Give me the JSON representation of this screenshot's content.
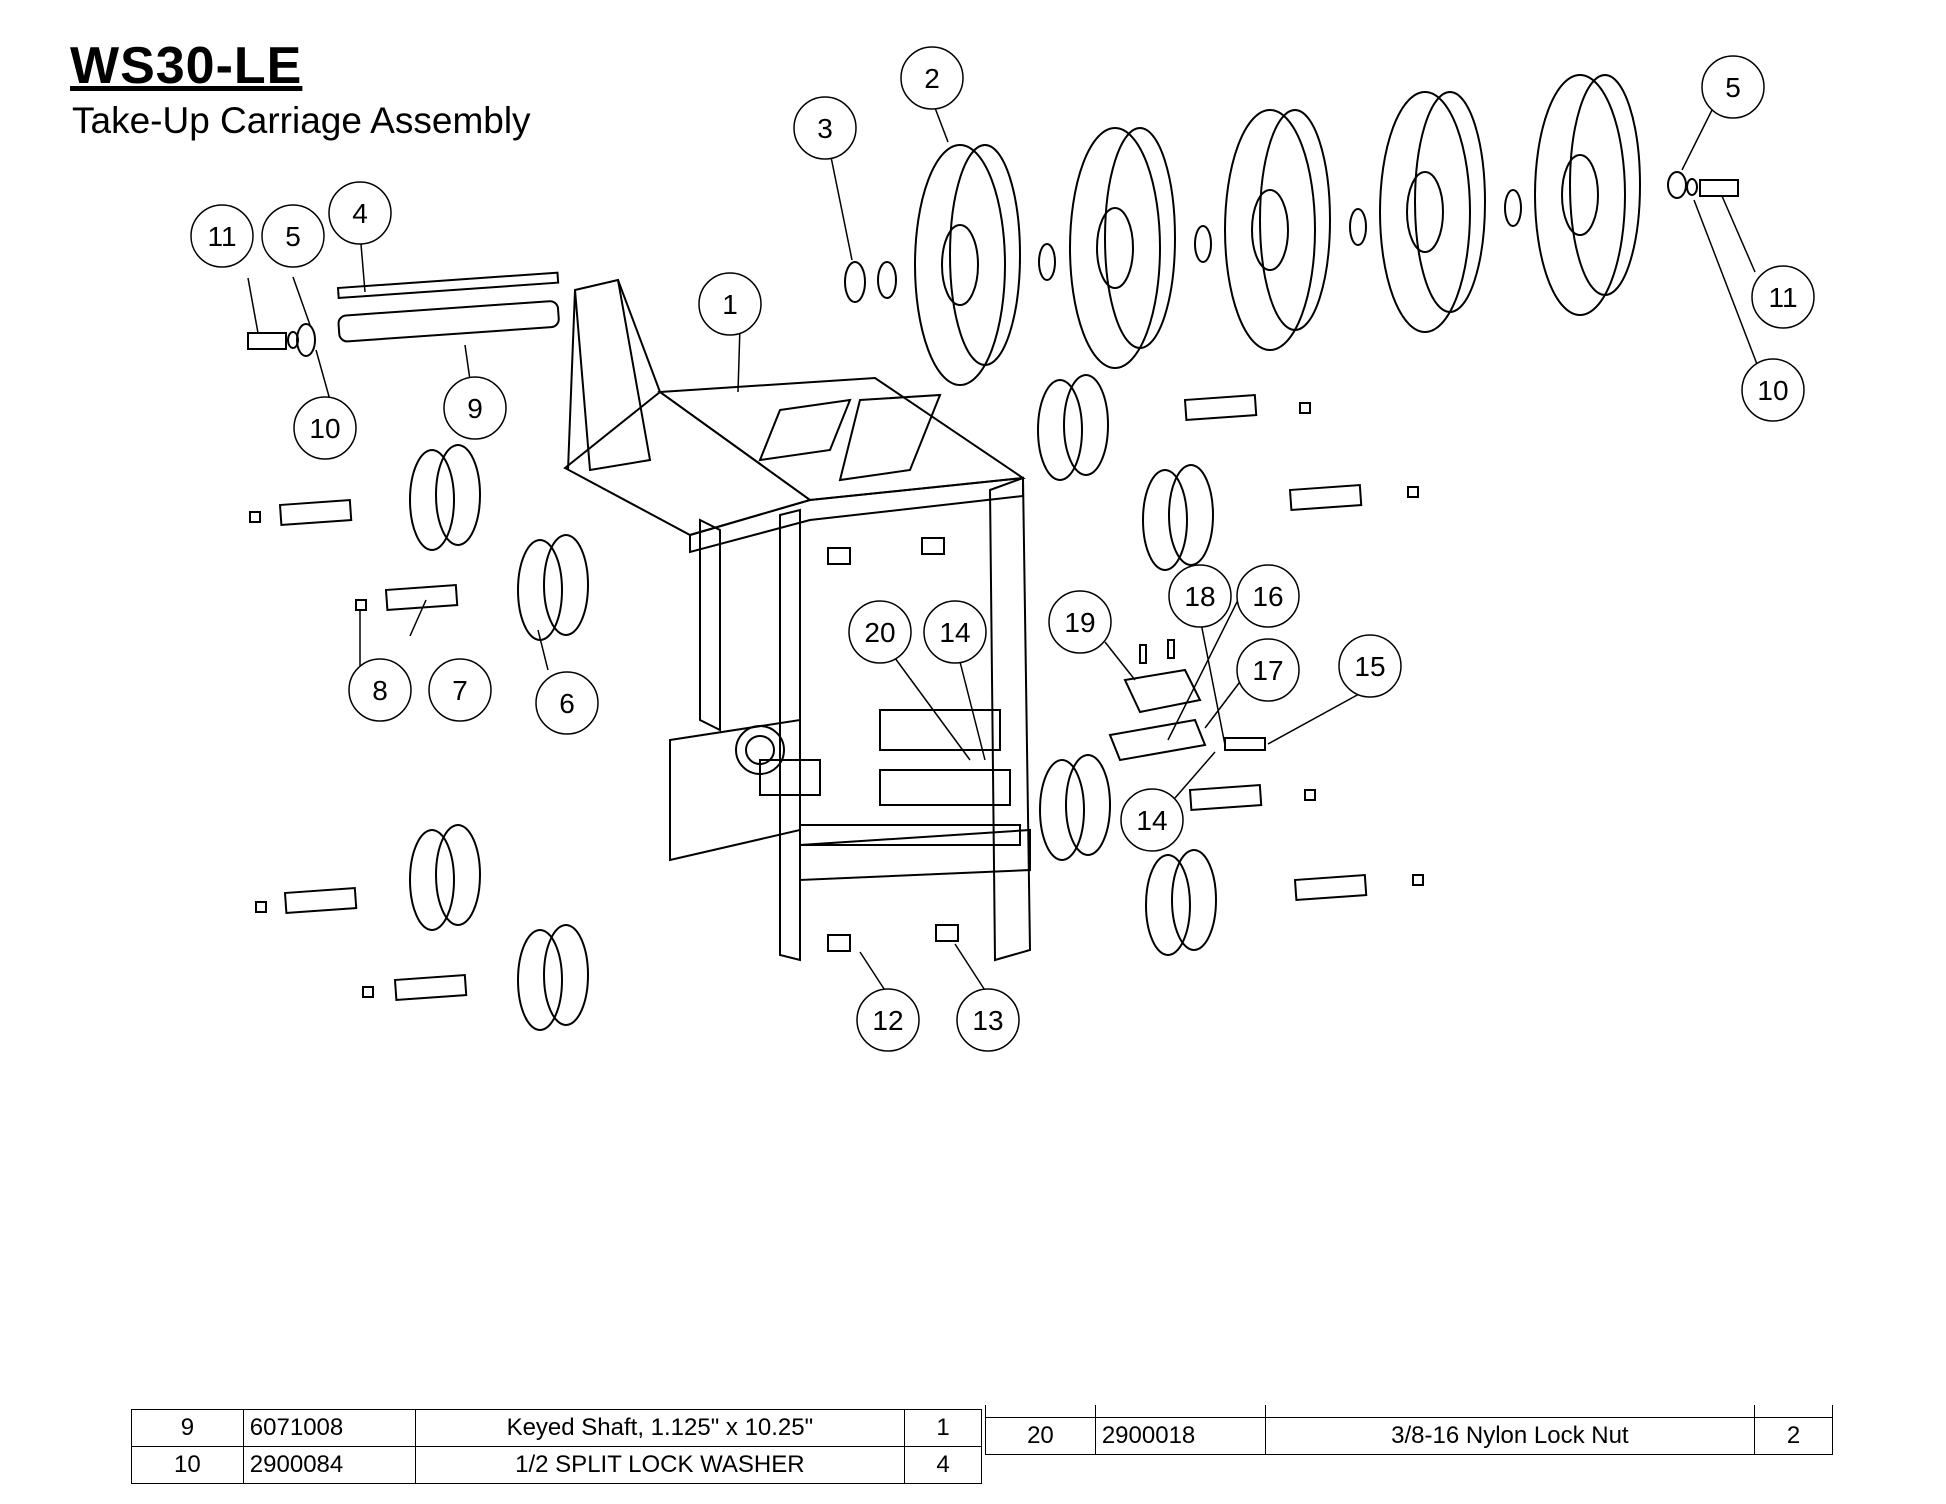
{
  "header": {
    "title": "WS30-LE",
    "subtitle": "Take-Up Carriage Assembly"
  },
  "balloons": [
    "1",
    "2",
    "3",
    "4",
    "5",
    "5",
    "6",
    "7",
    "8",
    "9",
    "10",
    "10",
    "11",
    "11",
    "12",
    "13",
    "14",
    "14",
    "15",
    "16",
    "17",
    "18",
    "19",
    "20"
  ],
  "bom_left": {
    "rows": [
      {
        "item": "9",
        "part": "6071008",
        "description": "Keyed Shaft, 1.125\" x 10.25\"",
        "qty": "1"
      },
      {
        "item": "10",
        "part": "2900084",
        "description": "1/2 SPLIT LOCK WASHER",
        "qty": "4"
      }
    ]
  },
  "bom_right": {
    "rows": [
      {
        "item": "20",
        "part": "2900018",
        "description": "3/8-16 Nylon Lock Nut",
        "qty": "2"
      }
    ]
  },
  "colors": {
    "line": "#000000",
    "background": "#ffffff"
  }
}
